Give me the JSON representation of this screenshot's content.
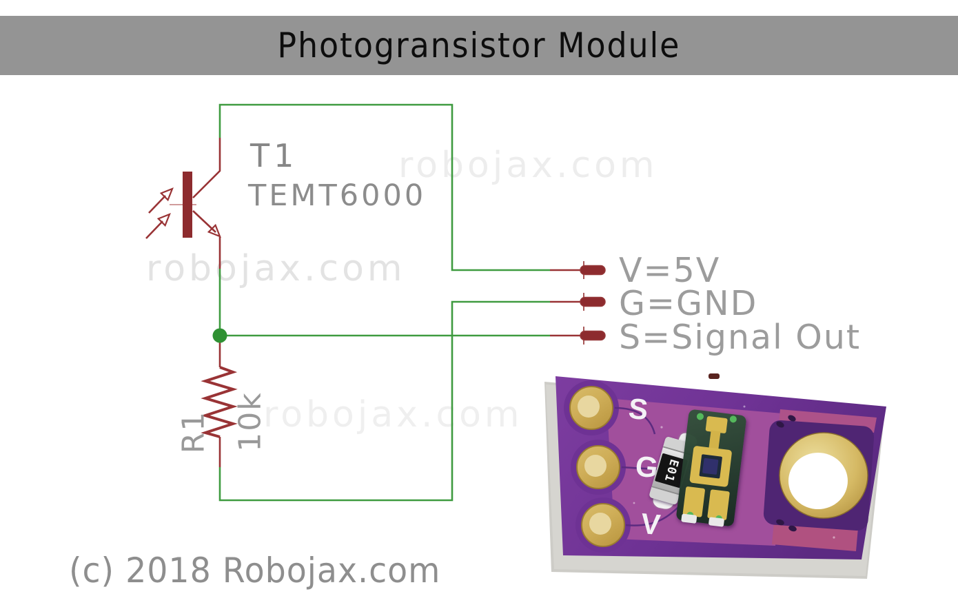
{
  "title": "Photogransistor Module",
  "schematic": {
    "transistor_ref": "T1",
    "transistor_part": "TEMT6000",
    "resistor_ref": "R1",
    "resistor_value": "10k",
    "pins": {
      "v": "V=5V",
      "g": "G=GND",
      "s": "S=Signal Out"
    },
    "colors": {
      "wire_green": "#3f9b40",
      "symbol_red": "#993335",
      "junction_green": "#2f9133"
    }
  },
  "watermark": {
    "text": "robojax.com"
  },
  "copyright": "(c) 2018 Robojax.com",
  "pcb": {
    "silkscreen": {
      "s": "S",
      "g": "G",
      "v": "V"
    },
    "resistor_marking": "E01",
    "colors": {
      "board_purple": "#7a3a9c",
      "pour_magenta": "#a14f9c",
      "pad_gold": "#cfae58"
    }
  }
}
